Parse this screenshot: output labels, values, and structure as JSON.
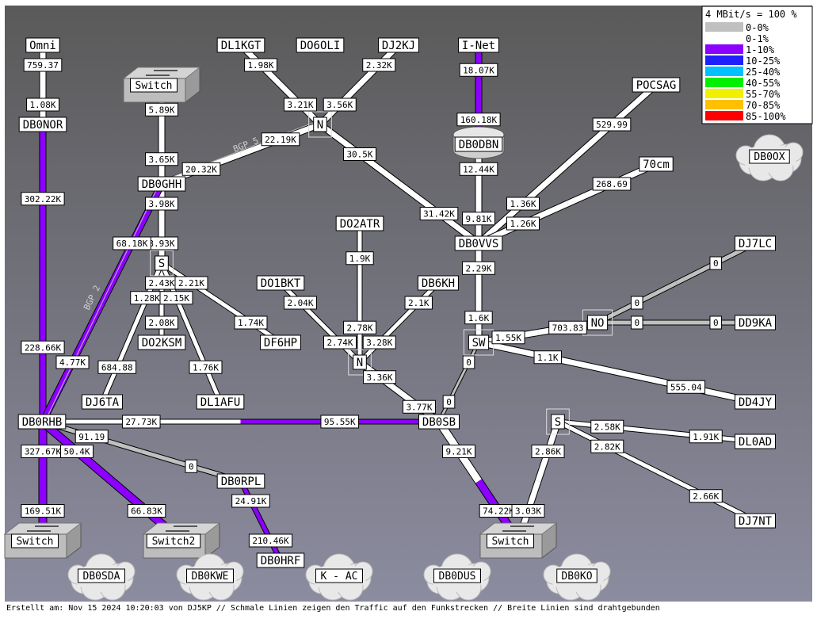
{
  "legend": {
    "title": "4 MBit/s = 100 %",
    "items": [
      {
        "label": "0-0%",
        "color": "#c0c0c0"
      },
      {
        "label": "0-1%",
        "color": "#ffffff"
      },
      {
        "label": "1-10%",
        "color": "#8c00ff"
      },
      {
        "label": "10-25%",
        "color": "#2020ff"
      },
      {
        "label": "25-40%",
        "color": "#00c0ff"
      },
      {
        "label": "40-55%",
        "color": "#00f000"
      },
      {
        "label": "55-70%",
        "color": "#f0f000"
      },
      {
        "label": "70-85%",
        "color": "#ffc000"
      },
      {
        "label": "85-100%",
        "color": "#ff0000"
      }
    ]
  },
  "footer": "Erstellt am: Nov 15 2024 10:20:03 von DJ5KP   //   Schmale Linien zeigen den Traffic auf den Funkstrecken   //   Breite Linien sind drahtgebunden",
  "bgp_labels": [
    "BGP 5",
    "BGP 2"
  ],
  "nodes": {
    "omni": "Omni",
    "db0nor": "DB0NOR",
    "db0ghh": "DB0GHH",
    "db0rhb": "DB0RHB",
    "dl1kgt": "DL1KGT",
    "do6oli": "DO6OLI",
    "dj2kj": "DJ2KJ",
    "inet": "I-Net",
    "pocsag": "POCSAG",
    "s70cm": "70cm",
    "db0dbn": "DB0DBN",
    "db0vvs": "DB0VVS",
    "do2atr": "DO2ATR",
    "do1bkt": "DO1BKT",
    "db6kh": "DB6KH",
    "df6hp": "DF6HP",
    "do2ksm": "DO2KSM",
    "dj6ta": "DJ6TA",
    "dl1afu": "DL1AFU",
    "db0sb": "DB0SB",
    "db0rpl": "DB0RPL",
    "db0hrf": "DB0HRF",
    "dj7lc": "DJ7LC",
    "dd9ka": "DD9KA",
    "dd4jy": "DD4JY",
    "dl0ad": "DL0AD",
    "dj7nt": "DJ7NT",
    "n1": "N",
    "n2": "N",
    "s1": "S",
    "sw": "SW",
    "no": "NO",
    "s2": "S"
  },
  "switches": [
    "Switch",
    "Switch",
    "Switch2",
    "Switch"
  ],
  "clouds": [
    "DB0OX",
    "DB0SDA",
    "DB0KWE",
    "K - AC",
    "DB0DUS",
    "DB0KO"
  ],
  "traffic": [
    "759.37",
    "1.08K",
    "302.22K",
    "228.66K",
    "327.67K",
    "169.51K",
    "5.89K",
    "3.65K",
    "3.98K",
    "3.93K",
    "68.18K",
    "4.77K",
    "20.32K",
    "22.19K",
    "1.98K",
    "3.21K",
    "3.56K",
    "2.32K",
    "30.5K",
    "31.42K",
    "18.07K",
    "160.18K",
    "12.44K",
    "9.81K",
    "529.99",
    "1.36K",
    "268.69",
    "1.26K",
    "2.29K",
    "1.6K",
    "1.9K",
    "2.78K",
    "2.04K",
    "2.74K",
    "2.1K",
    "3.28K",
    "3.36K",
    "3.77K",
    "0",
    "0",
    "2.43K",
    "2.21K",
    "1.28K",
    "2.15K",
    "1.74K",
    "2.08K",
    "684.88",
    "1.76K",
    "1.55K",
    "703.83",
    "0",
    "0",
    "0",
    "0",
    "1.1K",
    "555.04",
    "27.73K",
    "95.55K",
    "91.19",
    "0",
    "50.4K",
    "66.83K",
    "24.91K",
    "210.46K",
    "9.21K",
    "74.22K",
    "2.86K",
    "3.03K",
    "2.58K",
    "1.91K",
    "2.82K",
    "2.66K"
  ]
}
